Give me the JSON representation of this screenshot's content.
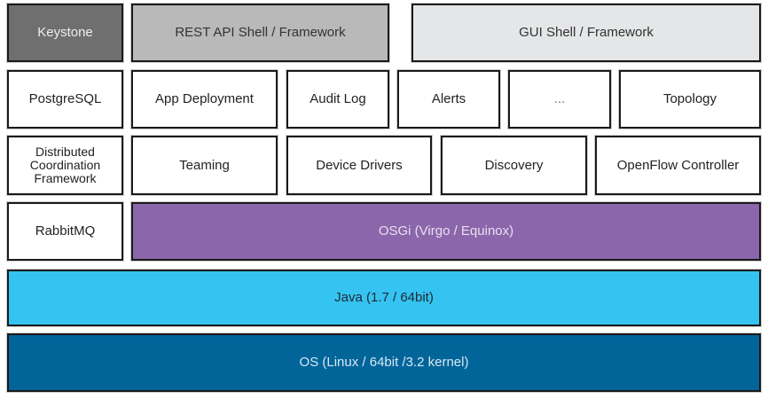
{
  "diagram": {
    "rows": [
      {
        "name": "top-shells",
        "boxes": [
          {
            "label": "Keystone",
            "fill": "#6f6f6f"
          },
          {
            "label": "REST API Shell / Framework",
            "fill": "#b9b9b9"
          },
          {
            "label": "GUI Shell / Framework",
            "fill": "#e4e6e7"
          }
        ]
      },
      {
        "name": "services",
        "boxes": [
          {
            "label": "PostgreSQL"
          },
          {
            "label": "App Deployment"
          },
          {
            "label": "Audit Log"
          },
          {
            "label": "Alerts"
          },
          {
            "label": "..."
          },
          {
            "label": "Topology"
          }
        ]
      },
      {
        "name": "core",
        "boxes": [
          {
            "label": "Distributed Coordination Framework"
          },
          {
            "label": "Teaming"
          },
          {
            "label": "Device Drivers"
          },
          {
            "label": "Discovery"
          },
          {
            "label": "OpenFlow Controller"
          }
        ]
      },
      {
        "name": "runtime",
        "boxes": [
          {
            "label": "RabbitMQ"
          },
          {
            "label": "OSGi (Virgo / Equinox)",
            "fill": "#8c66ab"
          }
        ]
      },
      {
        "name": "java",
        "boxes": [
          {
            "label": "Java (1.7 / 64bit)",
            "fill": "#35c3f1"
          }
        ]
      },
      {
        "name": "os",
        "boxes": [
          {
            "label": "OS (Linux / 64bit /3.2 kernel)",
            "fill": "#01659a"
          }
        ]
      }
    ]
  }
}
